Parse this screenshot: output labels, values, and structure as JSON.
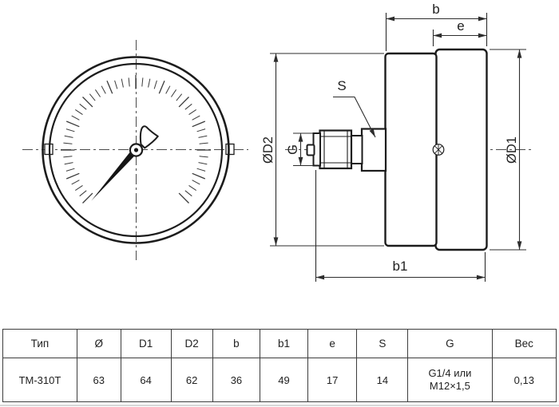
{
  "drawing": {
    "dims": {
      "b": "b",
      "e": "e",
      "b1": "b1",
      "d1": "ØD1",
      "d2": "ØD2",
      "g": "G",
      "s": "S"
    }
  },
  "table": {
    "headers": [
      "Тип",
      "Ø",
      "D1",
      "D2",
      "b",
      "b1",
      "e",
      "S",
      "G",
      "Вес"
    ],
    "row": {
      "tip": "ТМ-310Т",
      "d": "63",
      "d1": "64",
      "d2": "62",
      "b": "36",
      "b1": "49",
      "e": "17",
      "s": "14",
      "g_line1": "G1/4 или",
      "g_line2": "M12×1,5",
      "ves": "0,13"
    }
  },
  "colors": {
    "line_ink": "#1c1c1c",
    "dimension_ink": "#2d2d2d",
    "centerline": "#4a4a4a",
    "table_border": "#3d3d3d",
    "background": "#ffffff"
  }
}
